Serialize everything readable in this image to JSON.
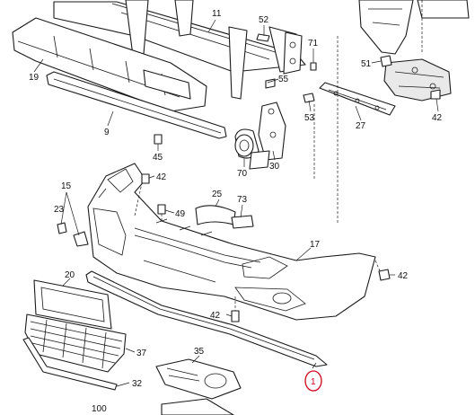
{
  "diagram": {
    "callouts": {
      "c11": "11",
      "c52": "52",
      "c71": "71",
      "c19": "19",
      "c55": "55",
      "c51": "51",
      "c53": "53",
      "c27": "27",
      "c42a": "42",
      "c9": "9",
      "c45": "45",
      "c70": "70",
      "c30": "30",
      "c42b": "42",
      "c15": "15",
      "c49": "49",
      "c25": "25",
      "c73": "73",
      "c23": "23",
      "c17": "17",
      "c20": "20",
      "c42c": "42",
      "c42d": "42",
      "c37": "37",
      "c35": "35",
      "c32": "32",
      "c100": "100",
      "c1": "1"
    },
    "highlight_color": "#d0021b"
  }
}
